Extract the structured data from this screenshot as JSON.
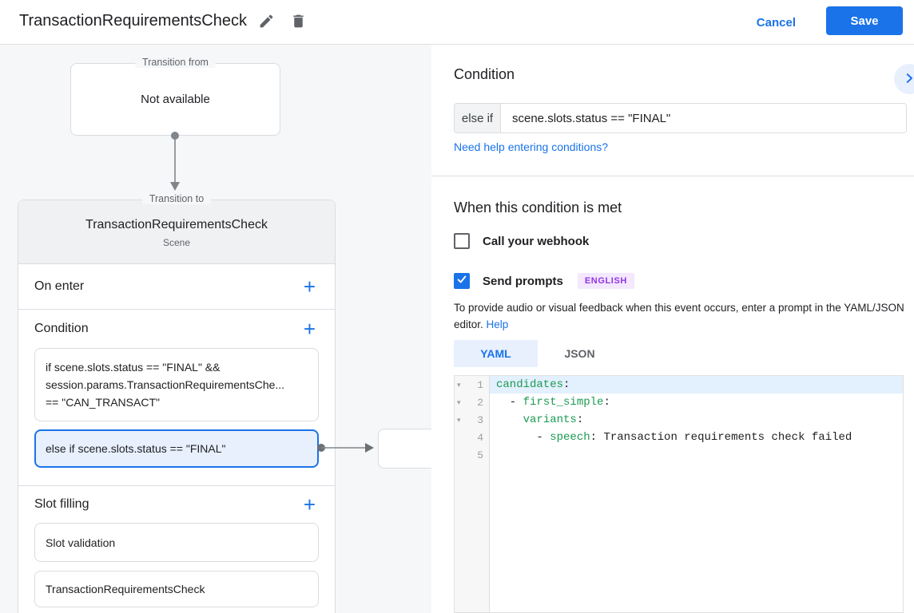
{
  "colors": {
    "accent": "#1a73e8",
    "selected_bg": "#e8f0fe",
    "code_key_green": "#1a9a52",
    "badge_bg": "#f3e8fd",
    "badge_text": "#9334e6",
    "canvas_bg": "#f6f7f8"
  },
  "header": {
    "title": "TransactionRequirementsCheck",
    "cancel_label": "Cancel",
    "save_label": "Save"
  },
  "canvas": {
    "transition_from": {
      "legend": "Transition from",
      "content": "Not available"
    },
    "transition_to": {
      "legend": "Transition to",
      "title": "TransactionRequirementsCheck",
      "subtitle": "Scene",
      "on_enter_label": "On enter",
      "condition_label": "Condition",
      "slot_filling_label": "Slot filling",
      "plus_glyph": "+",
      "condition_1_lines": [
        "if scene.slots.status == \"FINAL\" &&",
        "session.params.TransactionRequirementsChe...",
        "== \"CAN_TRANSACT\""
      ],
      "condition_2": "else if scene.slots.status == \"FINAL\"",
      "slots": [
        "Slot validation",
        "TransactionRequirementsCheck"
      ]
    }
  },
  "panel": {
    "condition_heading": "Condition",
    "condition_prefix": "else if",
    "condition_value": "scene.slots.status == \"FINAL\"",
    "help_link": "Need help entering conditions?",
    "when_heading": "When this condition is met",
    "webhook_label": "Call your webhook",
    "prompts_label": "Send prompts",
    "language_badge": "ENGLISH",
    "description": "To provide audio or visual feedback when this event occurs, enter a prompt in the YAML/JSON editor.",
    "description_help": "Help",
    "tabs": {
      "yaml": "YAML",
      "json": "JSON"
    },
    "editor": {
      "lines": [
        {
          "num": "1",
          "fold": "▾",
          "pre": "",
          "key": "candidates",
          "post": ":"
        },
        {
          "num": "2",
          "fold": "▾",
          "pre": "  - ",
          "key": "first_simple",
          "post": ":"
        },
        {
          "num": "3",
          "fold": "▾",
          "pre": "    ",
          "key": "variants",
          "post": ":"
        },
        {
          "num": "4",
          "fold": "",
          "pre": "      - ",
          "key": "speech",
          "post": ": Transaction requirements check failed"
        },
        {
          "num": "5",
          "fold": "",
          "pre": "",
          "key": "",
          "post": ""
        }
      ]
    }
  }
}
